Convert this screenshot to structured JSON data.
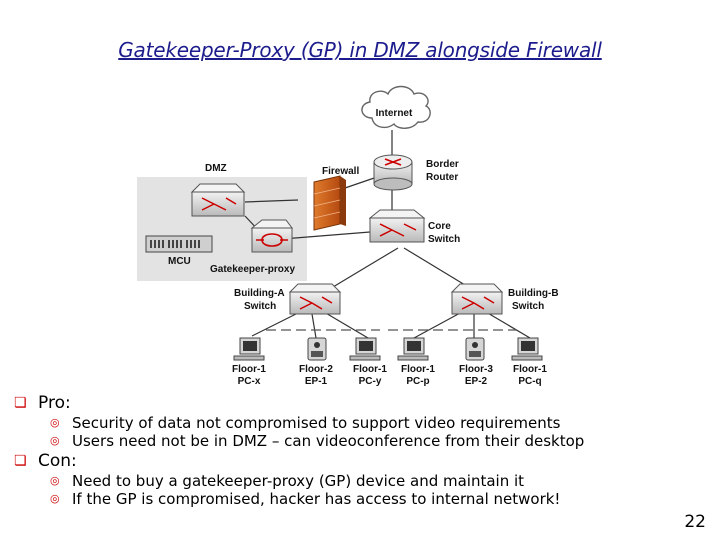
{
  "slide": {
    "title": "Gatekeeper-Proxy (GP) in DMZ alongside Firewall",
    "page_number": "22"
  },
  "diagram": {
    "internet": "Internet",
    "dmz": "DMZ",
    "firewall": "Firewall",
    "border_router": [
      "Border",
      "Router"
    ],
    "core_switch": [
      "Core",
      "Switch"
    ],
    "mcu": "MCU",
    "gatekeeper_proxy": "Gatekeeper-proxy",
    "building_a": [
      "Building-A",
      "Switch"
    ],
    "building_b": [
      "Building-B",
      "Switch"
    ],
    "endpoints": [
      [
        "Floor-1",
        "PC-x"
      ],
      [
        "Floor-2",
        "EP-1"
      ],
      [
        "Floor-1",
        "PC-y"
      ],
      [
        "Floor-1",
        "PC-p"
      ],
      [
        "Floor-3",
        "EP-2"
      ],
      [
        "Floor-1",
        "PC-q"
      ]
    ]
  },
  "bullets": [
    {
      "label": "Pro:",
      "items": [
        "Security of data not compromised to support video requirements",
        "Users need not be in DMZ – can videoconference from their desktop"
      ]
    },
    {
      "label": "Con:",
      "items": [
        "Need to buy a gatekeeper-proxy (GP) device and maintain it",
        "If the GP is compromised, hacker has access to internal network!"
      ]
    }
  ],
  "colors": {
    "title": "#1c1c8c",
    "bullet": "#cc0000",
    "firewall": "#d2691e",
    "device": "#d9d9d9"
  }
}
